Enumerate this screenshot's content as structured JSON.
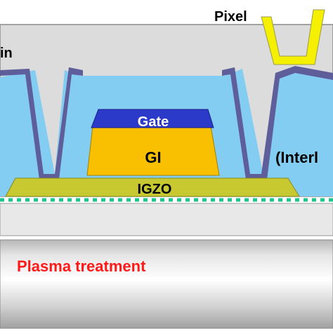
{
  "labels": {
    "pixel": "Pixel",
    "drain_partial": "in",
    "gate": "Gate",
    "gi": "GI",
    "igzo": "IGZO",
    "interlayer_partial": "(Interl",
    "plasma": "Plasma treatment"
  },
  "colors": {
    "interlayer_fill": "#84cdf2",
    "passivation_fill": "#dcdcdc",
    "metal": "#5e5e9a",
    "pixel_electrode": "#f4f000",
    "gate_fill": "#2b3ac8",
    "gi_fill": "#f8c000",
    "igzo_fill": "#c8c830",
    "plasma_text": "#ff1a1a",
    "substrate_dots": "#20c48c"
  }
}
